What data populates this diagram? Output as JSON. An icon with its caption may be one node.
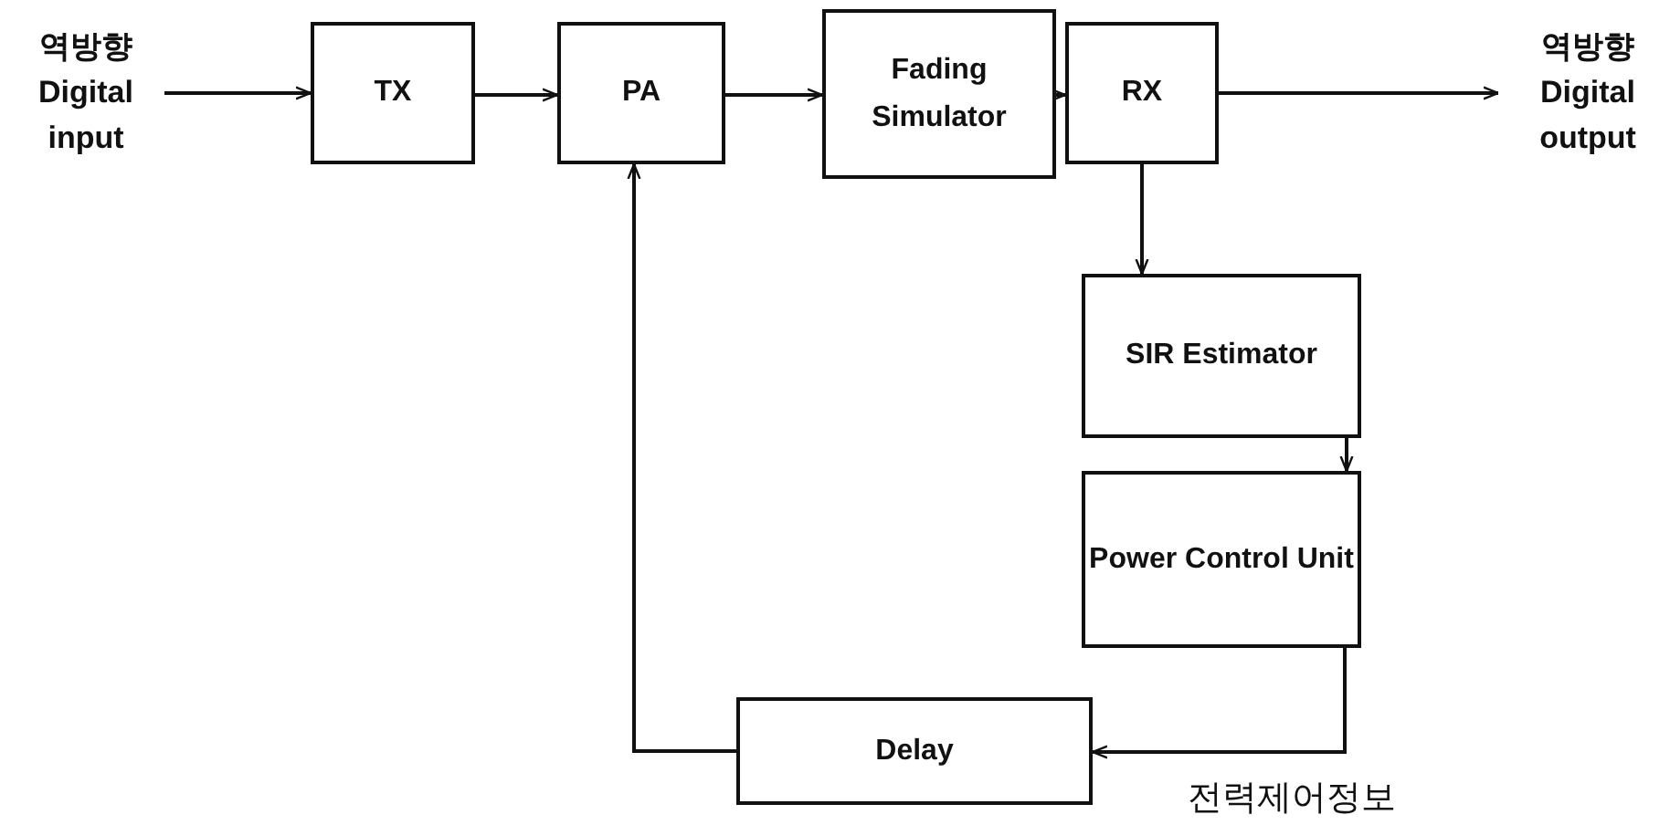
{
  "diagram": {
    "nodes": [
      {
        "text": [
          "역방향 Digital input"
        ]
      },
      {
        "text": [
          "TX"
        ]
      },
      {
        "text": [
          "PA"
        ]
      },
      {
        "text": [
          "Fading Simulator"
        ]
      },
      {
        "text": [
          "RX"
        ]
      },
      {
        "text": [
          "역방향 Digital output"
        ]
      },
      {
        "text": [
          "SIR Estimator"
        ]
      },
      {
        "text": [
          "Power Control Unit"
        ]
      },
      {
        "text": [
          "Delay"
        ]
      }
    ],
    "edges": [
      {
        "from": 0,
        "to": 1,
        "arrow": "to"
      },
      {
        "from": 1,
        "to": 2,
        "arrow": "to"
      },
      {
        "from": 2,
        "to": 3,
        "arrow": "to"
      },
      {
        "from": 3,
        "to": 4,
        "arrow": "to"
      },
      {
        "from": 4,
        "to": 5,
        "arrow": "to"
      },
      {
        "from": 4,
        "to": 6,
        "arrow": "to"
      },
      {
        "from": 6,
        "to": 7,
        "arrow": "to"
      },
      {
        "from": 7,
        "to": 8,
        "arrow": "to",
        "label": "전력제어정보"
      },
      {
        "from": 8,
        "to": 2,
        "arrow": "to"
      }
    ]
  }
}
